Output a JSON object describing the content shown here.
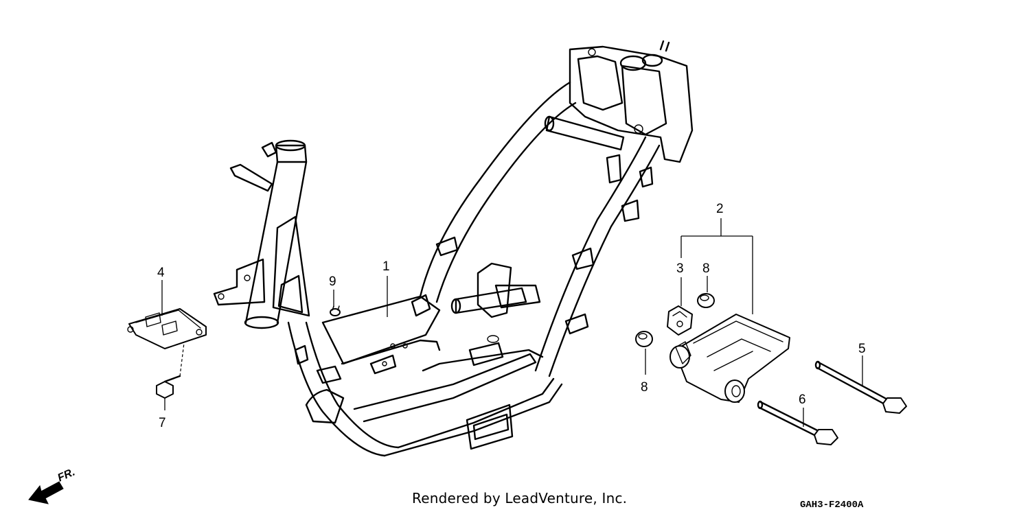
{
  "diagram": {
    "credit": "Rendered by LeadVenture, Inc.",
    "diagram_code": "GAH3-F2400A",
    "direction_label": "FR.",
    "callouts": {
      "frame": "1",
      "bracket_assy": "2",
      "stopper_rubber": "3",
      "cover": "4",
      "bolt_long": "5",
      "bolt_short": "6",
      "screw": "7",
      "bushing_upper": "8",
      "bushing_lower": "8",
      "grommet": "9"
    }
  }
}
